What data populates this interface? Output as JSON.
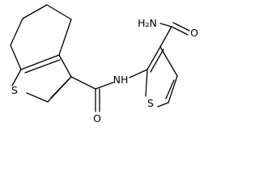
{
  "molecule": {
    "atoms": {
      "S_bt": "S",
      "S_th": "S",
      "O_amide": "O",
      "N_amide": "NH",
      "N_carbox": "H₂N",
      "O_carbox": "O"
    }
  }
}
